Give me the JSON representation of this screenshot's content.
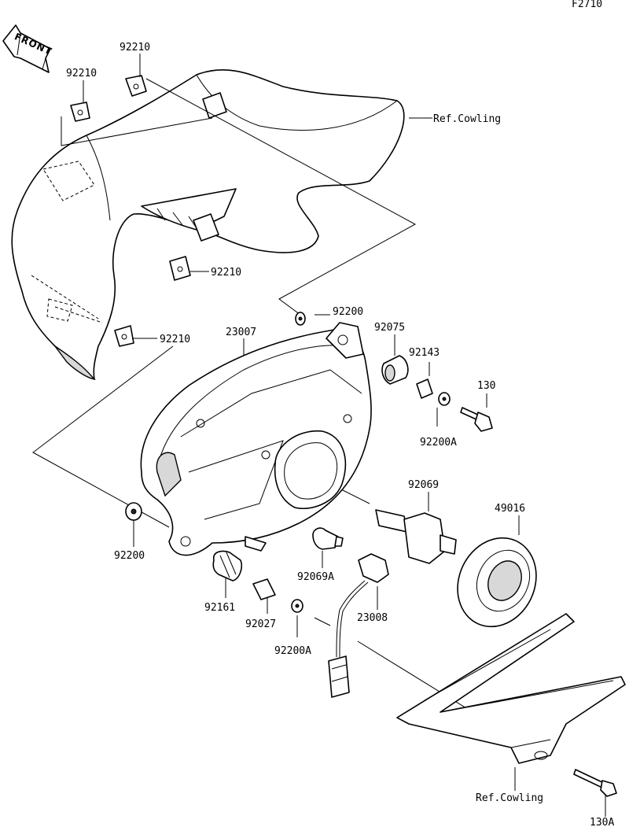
{
  "figure_code": "F2710",
  "direction_label": "FRONT",
  "labels": {
    "l92210_top": "92210",
    "l92210_left": "92210",
    "l92210_mid": "92210",
    "l92210_low": "92210",
    "ref_cowling_top": "Ref.Cowling",
    "l92200_top": "92200",
    "l23007": "23007",
    "l92075": "92075",
    "l92143": "92143",
    "l130": "130",
    "l92200A_right": "92200A",
    "l92069": "92069",
    "l49016": "49016",
    "l92200_left": "92200",
    "l92069A": "92069A",
    "l92161": "92161",
    "l92027": "92027",
    "l23008": "23008",
    "l92200A_bottom": "92200A",
    "ref_cowling_bottom": "Ref.Cowling",
    "l130A": "130A"
  }
}
